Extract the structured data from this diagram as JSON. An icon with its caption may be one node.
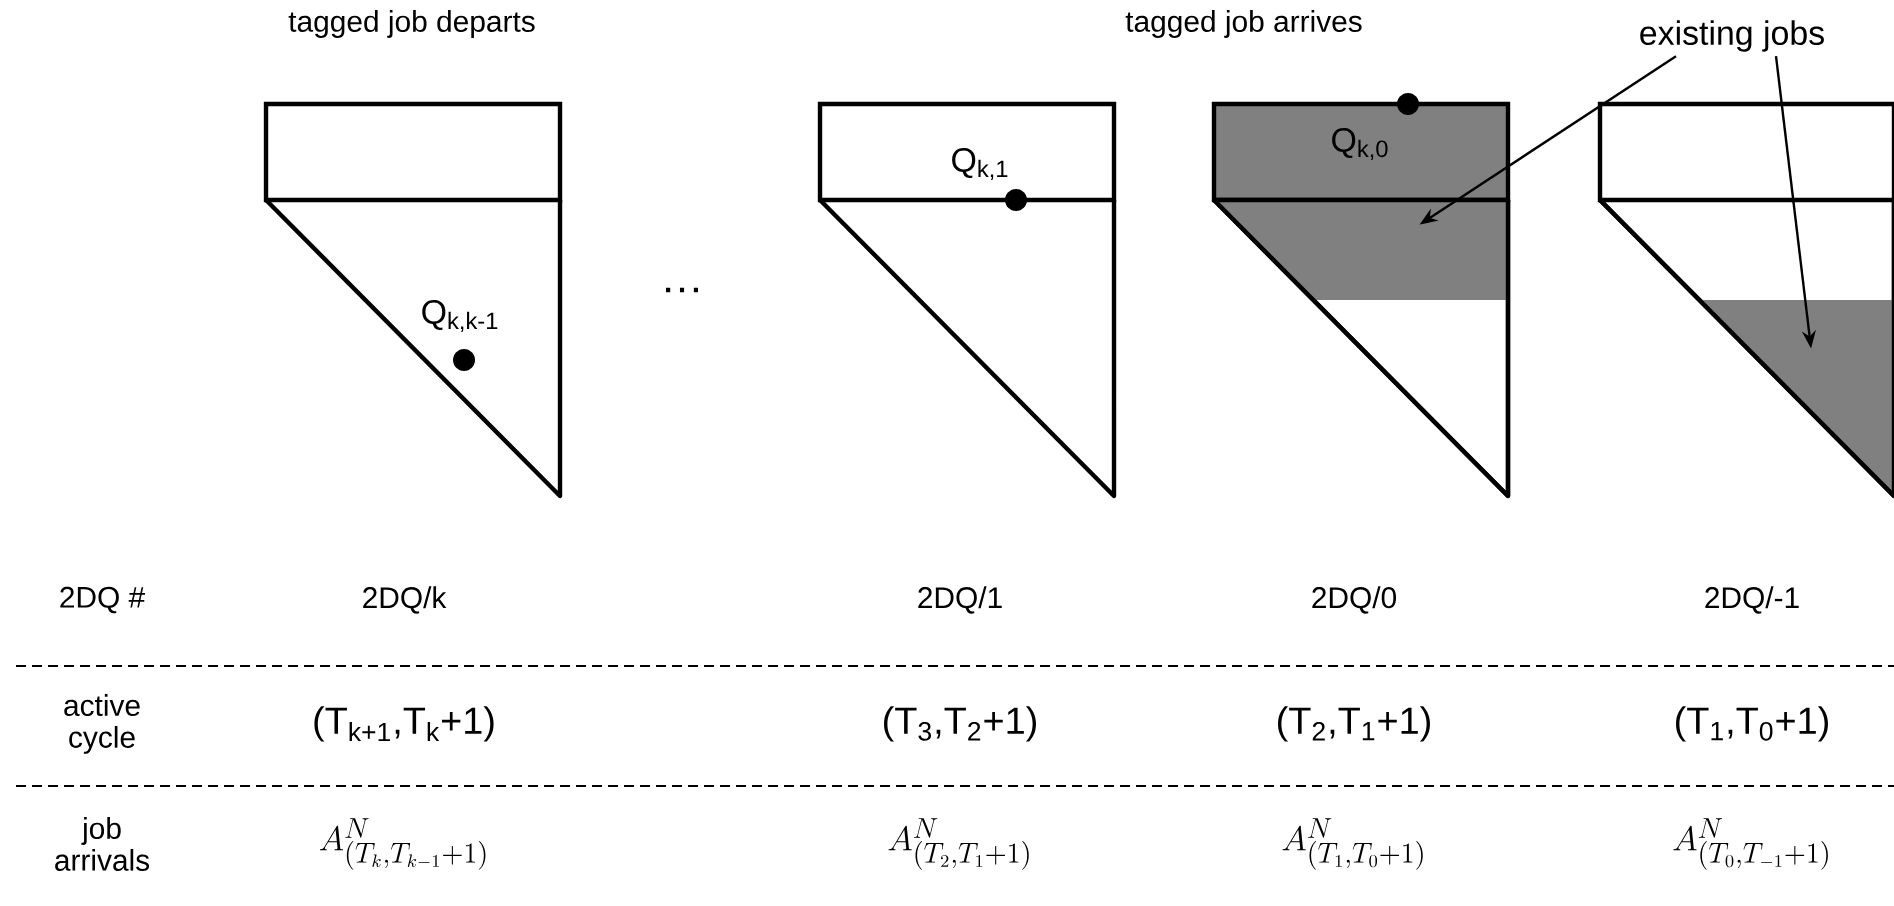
{
  "diagram": {
    "nodes": [
      {
        "text": [
          "existing jobs"
        ]
      },
      {
        "text": [],
        "shape": "box"
      },
      {
        "text": [],
        "shape": "box"
      }
    ],
    "edges": [
      {
        "from": 0,
        "to": 1,
        "arrow": "to"
      },
      {
        "from": 0,
        "to": 2,
        "arrow": "to"
      }
    ],
    "labels": [
      "tagged job departs",
      "tagged job arrives",
      "Q$_{k,1}$",
      "Q$_{k,0}$",
      "…",
      "Q$_{k,k-1}$",
      "2DQ #",
      "2DQ/k",
      "2DQ/1",
      "2DQ/0",
      "2DQ/-1",
      "active cycle",
      "(T$_{k+1}$,T$_{k}$+1)",
      "(T$_{3}$,T$_{2}$+1)",
      "(T$_{2}$,T$_{1}$+1)",
      "(T$_{1}$,T$_{0}$+1)",
      "job arrivals",
      "A^{N}_{(T_k,T_{k-1}+1)}",
      "A^{N}_{(T_2,T_1+1)}",
      "A^{N}_{(T_1,T_0+1)}",
      "A^{N}_{(T_0,T_{-1}+1)}"
    ]
  }
}
